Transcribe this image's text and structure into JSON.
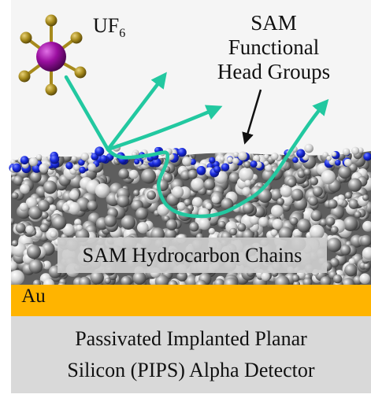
{
  "molecule": {
    "name_prefix": "UF",
    "name_subscript": "6",
    "center_color": "#9b0fa0",
    "ligand_color": "#a68a1c"
  },
  "labels": {
    "sam_head_line1": "SAM",
    "sam_head_line2": "Functional",
    "sam_head_line3": "Head Groups",
    "chains": "SAM Hydrocarbon Chains",
    "au": "Au",
    "detector_line1": "Passivated Implanted Planar",
    "detector_line2": "Silicon (PIPS) Alpha Detector"
  },
  "colors": {
    "trajectory": "#22c8a0",
    "au_layer": "#ffb400",
    "detector": "#d9d9d9",
    "head_groups": "#1a2ce0",
    "chains": "#6e6e6e"
  }
}
